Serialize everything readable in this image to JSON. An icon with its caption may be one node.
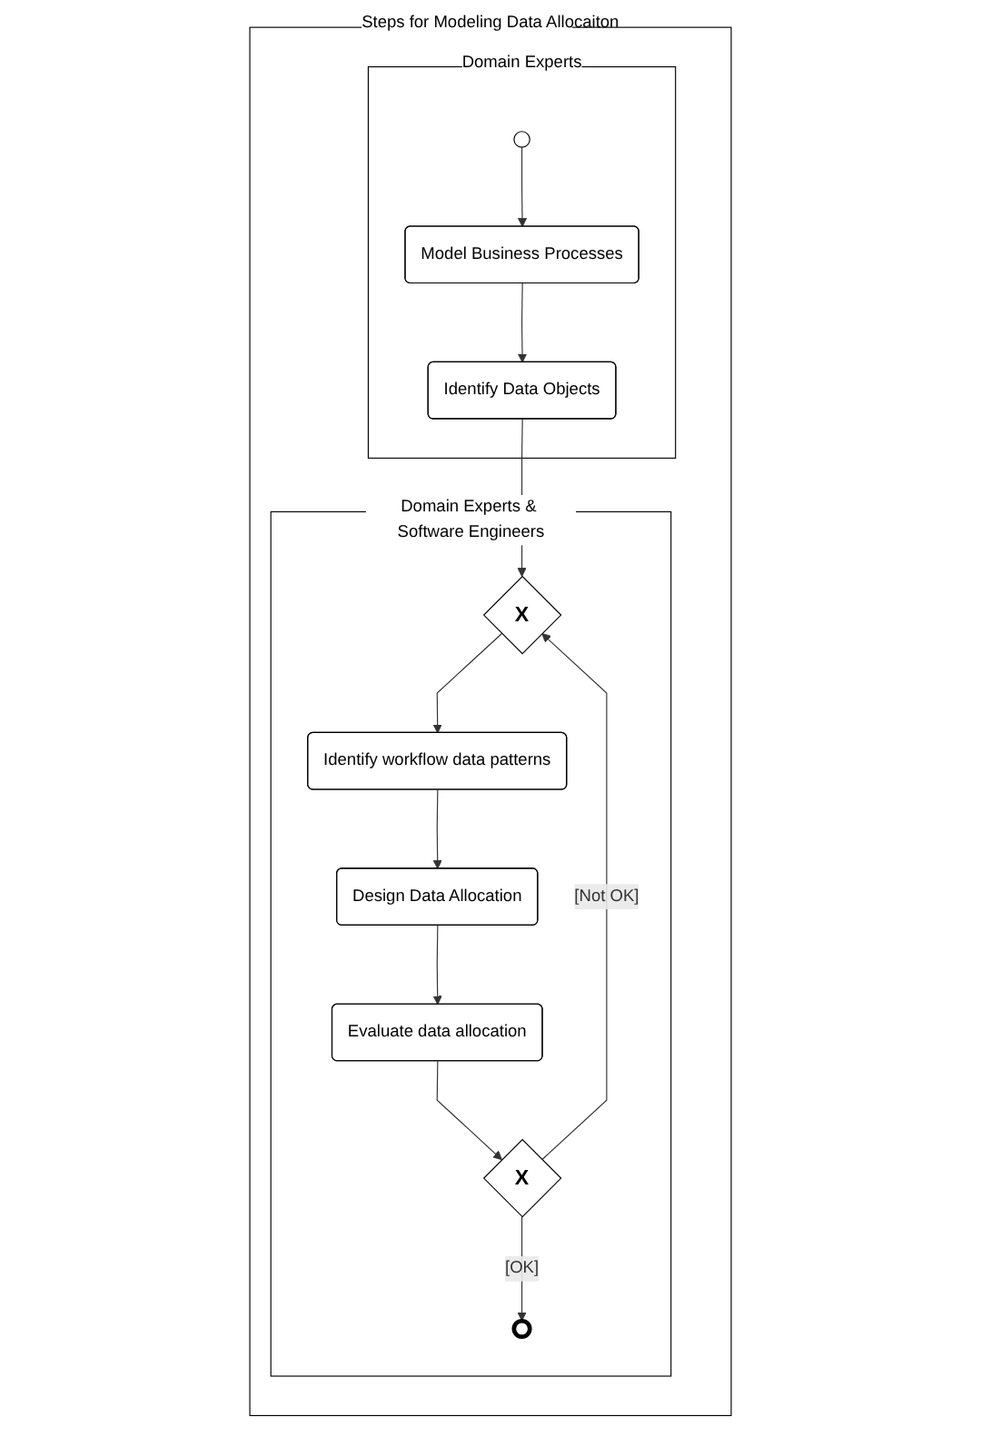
{
  "diagram": {
    "nodes": [
      {
        "text": [
          "Steps for Modeling Data Allocaiton"
        ]
      },
      {
        "text": [
          "Domain Experts"
        ],
        "in": 0
      },
      {
        "text": [],
        "shape": "circle",
        "in": 1
      },
      {
        "text": [
          "Model Business Processes"
        ],
        "in": 1
      },
      {
        "text": [
          "Identify Data Objects"
        ],
        "in": 1
      },
      {
        "text": [
          "Domain Experts & Software Engineers"
        ],
        "in": 0
      },
      {
        "text": [
          "X"
        ],
        "in": 5
      },
      {
        "text": [
          "Identify workflow data patterns"
        ],
        "in": 5
      },
      {
        "text": [
          "Design Data Allocation"
        ],
        "in": 5
      },
      {
        "text": [
          "Evaluate data allocation"
        ],
        "in": 5
      },
      {
        "text": [
          "X"
        ],
        "in": 5
      },
      {
        "text": [],
        "shape": "circle",
        "in": 5
      }
    ],
    "edges": [
      {
        "from": 2,
        "to": 3,
        "arrow": "to"
      },
      {
        "from": 3,
        "to": 4,
        "arrow": "to"
      },
      {
        "from": 4,
        "to": 6,
        "arrow": "to"
      },
      {
        "from": 6,
        "to": 7,
        "arrow": "to"
      },
      {
        "from": 7,
        "to": 8,
        "arrow": "to"
      },
      {
        "from": 8,
        "to": 9,
        "arrow": "to"
      },
      {
        "from": 9,
        "to": 10,
        "arrow": "to"
      },
      {
        "from": 10,
        "to": 6,
        "arrow": "to",
        "label": "[Not OK]"
      },
      {
        "from": 10,
        "to": 11,
        "arrow": "to",
        "label": "[OK]"
      }
    ]
  }
}
